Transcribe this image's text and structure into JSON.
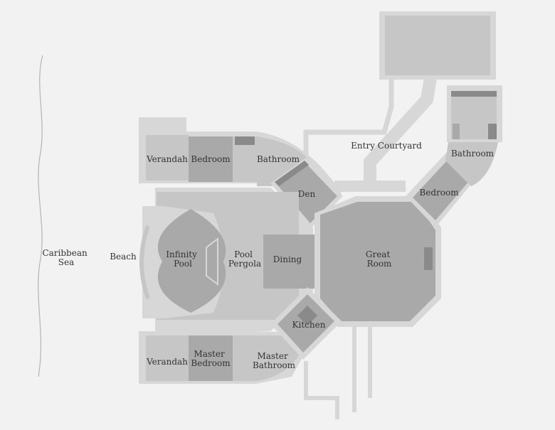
{
  "plan": {
    "colors": {
      "background": "#f2f2f2",
      "wall": "#d7d7d7",
      "room_light": "#c6c6c6",
      "room_mid": "#a9a9a9",
      "room_dark": "#8a8a8a",
      "text": "#333333"
    },
    "labels": {
      "caribbean_sea": [
        "Caribbean",
        "Sea"
      ],
      "beach": "Beach",
      "infinity_pool": [
        "Infinity",
        "Pool"
      ],
      "pool_pergola": [
        "Pool",
        "Pergola"
      ],
      "dining": "Dining",
      "great_room": [
        "Great",
        "Room"
      ],
      "den": "Den",
      "entry_courtyard": "Entry Courtyard",
      "verandah_top": "Verandah",
      "bedroom_top": "Bedroom",
      "bathroom_top": "Bathroom",
      "bedroom_right": "Bedroom",
      "bathroom_right": "Bathroom",
      "kitchen": "Kitchen",
      "verandah_bottom": "Verandah",
      "master_bedroom": [
        "Master",
        "Bedroom"
      ],
      "master_bathroom": [
        "Master",
        "Bathroom"
      ]
    }
  }
}
